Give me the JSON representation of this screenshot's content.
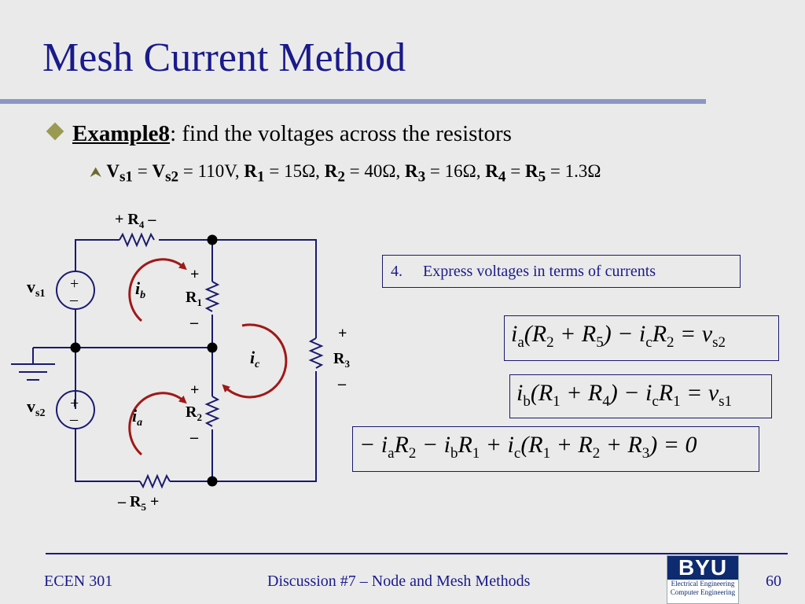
{
  "title": "Mesh Current Method",
  "bullet1": {
    "label": "Example8",
    "text": ": find the voltages across the resistors"
  },
  "bullet2": {
    "vs1": "V",
    "vs1_sub": "s1",
    "eq1": " = ",
    "vs2": "V",
    "vs2_sub": "s2",
    "vs_val": " = 110V, ",
    "r1": "R",
    "r1_sub": "1",
    "r1_val": " = 15Ω, ",
    "r2": "R",
    "r2_sub": "2",
    "r2_val": " = 40Ω, ",
    "r3": "R",
    "r3_sub": "3",
    "r3_val": " = 16Ω, ",
    "r4": "R",
    "r4_sub": "4",
    "r45_eq": " = ",
    "r5": "R",
    "r5_sub": "5",
    "r45_val": " = 1.3Ω"
  },
  "circuit": {
    "r4_label": "+ R",
    "r4_sub": "4",
    "r4_minus": " –",
    "r5_label": "– R",
    "r5_sub": "5",
    "r5_plus": " +",
    "r1_label": "R",
    "r1_sub": "1",
    "r2_label": "R",
    "r2_sub": "2",
    "r3_label": "R",
    "r3_sub": "3",
    "plus": "+",
    "minus": "–",
    "vs1": "v",
    "vs1_sub": "s1",
    "vs2": "v",
    "vs2_sub": "s2",
    "ia": "i",
    "ia_sub": "a",
    "ib": "i",
    "ib_sub": "b",
    "ic": "i",
    "ic_sub": "c",
    "arrow_color": "#a01818",
    "wire_color": "#1a1a6e"
  },
  "step": {
    "num": "4.",
    "text": "Express voltages in terms of currents"
  },
  "equations": {
    "eq1": {
      "a": "i",
      "a_sub": "a",
      "b": "(R",
      "b_sub": "2",
      "c": " + R",
      "c_sub": "5",
      "d": ") − i",
      "d_sub": "c",
      "e": "R",
      "e_sub": "2",
      "f": " = v",
      "f_sub": "s2"
    },
    "eq2": {
      "a": "i",
      "a_sub": "b",
      "b": "(R",
      "b_sub": "1",
      "c": " + R",
      "c_sub": "4",
      "d": ") − i",
      "d_sub": "c",
      "e": "R",
      "e_sub": "1",
      "f": " = v",
      "f_sub": "s1"
    },
    "eq3": {
      "a": "− i",
      "a_sub": "a",
      "b": "R",
      "b_sub": "2",
      "c": " − i",
      "c_sub": "b",
      "d": "R",
      "d_sub": "1",
      "e": " + i",
      "e_sub": "c",
      "f": "(R",
      "f_sub": "1",
      "g": " + R",
      "g_sub": "2",
      "h": " + R",
      "h_sub": "3",
      "k": ") = 0"
    }
  },
  "footer": {
    "course": "ECEN 301",
    "center": "Discussion #7 – Node and Mesh Methods",
    "page": "60"
  },
  "logo": {
    "name": "BYU",
    "line1": "Electrical Engineering",
    "line2": "Computer Engineering"
  }
}
